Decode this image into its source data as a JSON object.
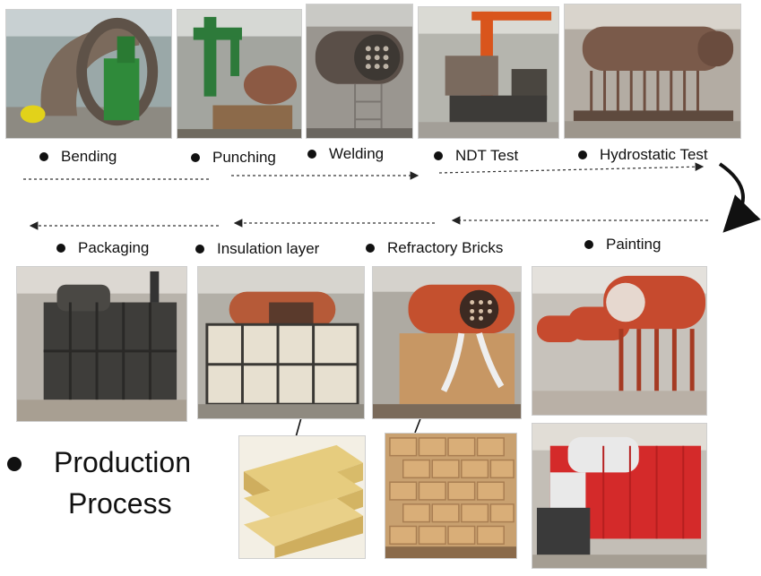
{
  "steps_top": [
    "Bending",
    "Punching",
    "Welding",
    "NDT Test",
    "Hydrostatic Test"
  ],
  "steps_bottom": [
    "Packaging",
    "Insulation layer",
    "Refractory Bricks",
    "Painting"
  ],
  "title": {
    "line1": "Production",
    "line2": "Process"
  },
  "colors": {
    "boiler_red": "#c64a2e",
    "rust": "#8b5a3c",
    "steel": "#6f6f6f",
    "brick": "#d2a070",
    "wool": "#e0c778",
    "boiler_white": "#e9e9e9",
    "accent_red": "#d42a2a"
  },
  "icons": [
    "bullet-dot-icon",
    "dashed-arrow-icon",
    "curved-turn-arrow-icon"
  ]
}
